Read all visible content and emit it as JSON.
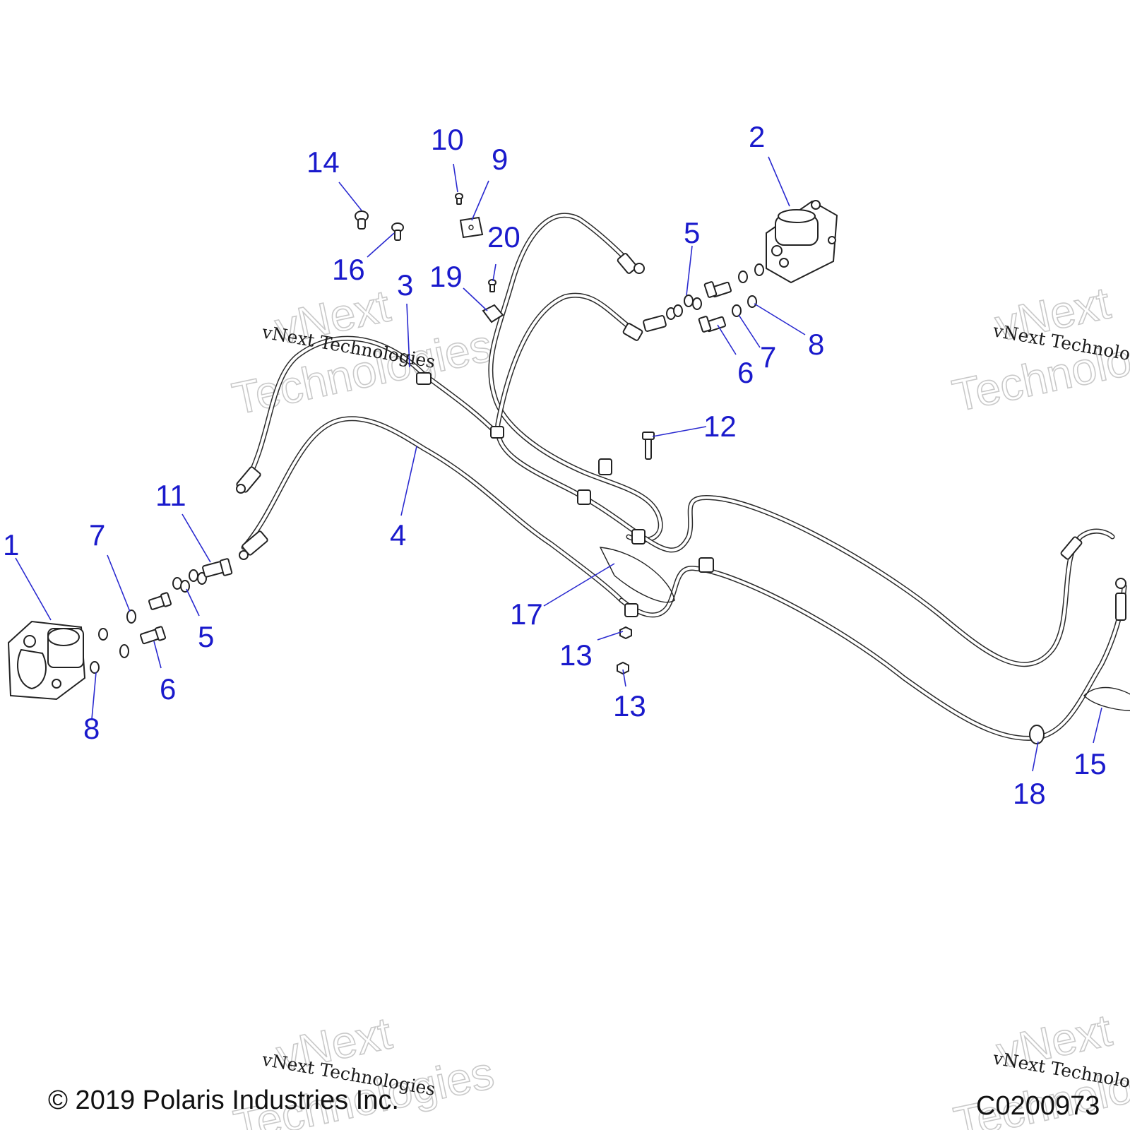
{
  "diagram": {
    "callouts": [
      "1",
      "2",
      "3",
      "4",
      "5",
      "5",
      "6",
      "6",
      "7",
      "7",
      "8",
      "8",
      "9",
      "10",
      "11",
      "12",
      "13",
      "13",
      "14",
      "15",
      "16",
      "17",
      "18",
      "19",
      "20"
    ],
    "watermark_small": "vNext Technologies",
    "watermark_large_line1": "vNext",
    "watermark_large_line2": "Technologies",
    "copyright": "© 2019 Polaris Industries Inc.",
    "figure_code": "C0200973"
  },
  "colors": {
    "callout": "#1a1acc",
    "line_art": "#222222",
    "watermark": "#c9c9c9"
  }
}
